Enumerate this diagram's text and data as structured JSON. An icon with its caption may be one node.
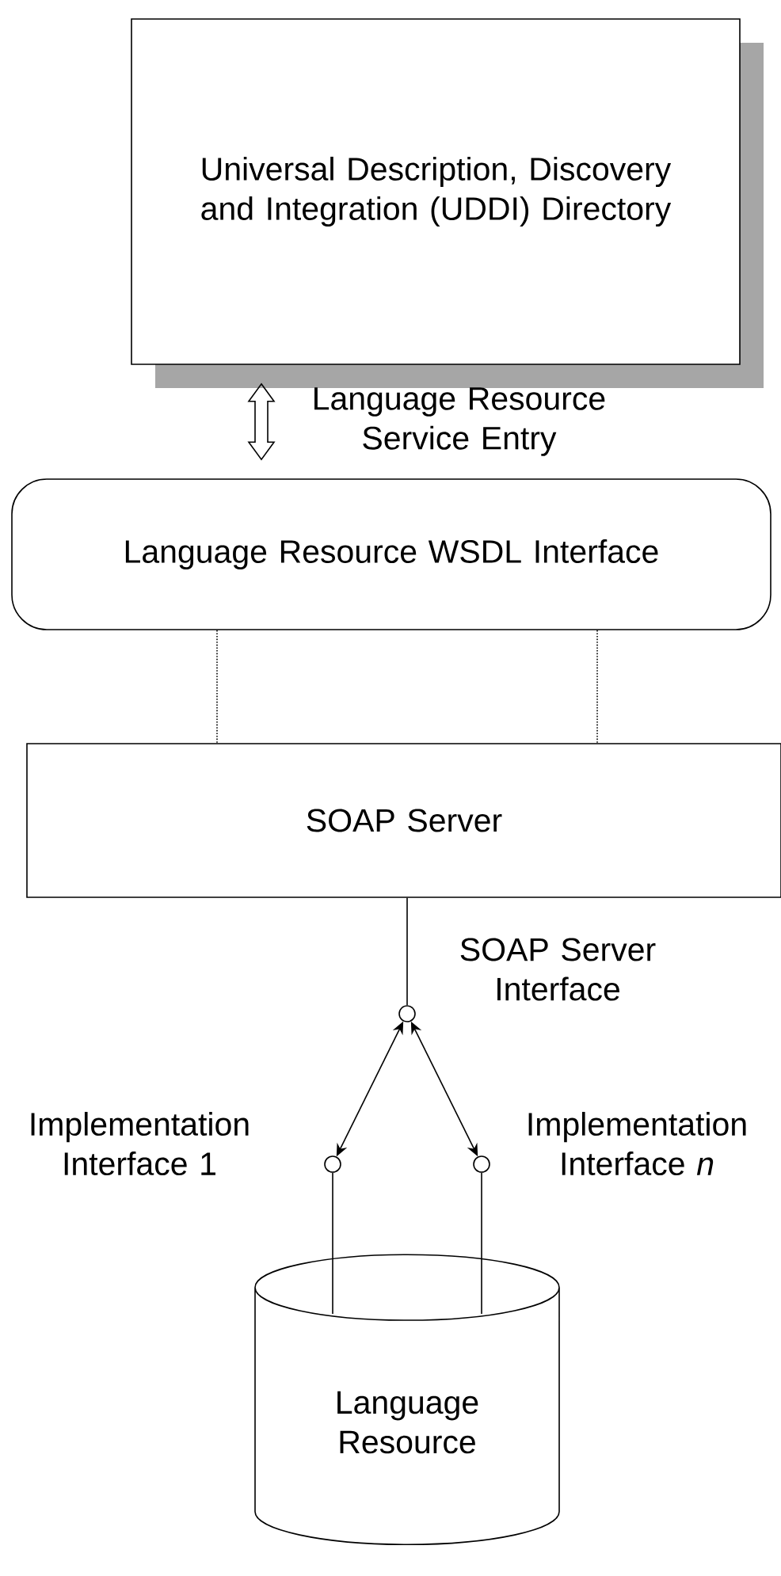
{
  "diagram": {
    "nodes": [
      {
        "text": [
          "Universal Description, Discovery and Integration (UDDI) Directory"
        ]
      },
      {
        "text": [
          "Language Resource WSDL Interface"
        ]
      },
      {
        "text": [
          "SOAP Server"
        ]
      },
      {
        "text": [
          "Language Resource"
        ]
      },
      {
        "text": [],
        "shape": "circle",
        "beside": [
          "SOAP Server Interface"
        ]
      },
      {
        "text": [],
        "shape": "circle",
        "beside": [
          "Implementation Interface 1"
        ]
      },
      {
        "text": [],
        "shape": "circle",
        "beside": [
          "Implementation Interface *n*"
        ]
      }
    ],
    "edges": [
      {
        "from": 0,
        "to": 1,
        "arrow": "both",
        "style": "thick",
        "label": "Language Resource Service Entry"
      },
      {
        "from": 1,
        "to": 2,
        "arrow": "none",
        "style": "dashed"
      },
      {
        "from": 1,
        "to": 2,
        "arrow": "none",
        "style": "dashed"
      },
      {
        "from": 2,
        "to": 4,
        "arrow": "none"
      },
      {
        "from": 4,
        "to": 5,
        "arrow": "both"
      },
      {
        "from": 4,
        "to": 6,
        "arrow": "both"
      },
      {
        "from": 5,
        "to": 3,
        "arrow": "none"
      },
      {
        "from": 6,
        "to": 3,
        "arrow": "none"
      }
    ]
  }
}
